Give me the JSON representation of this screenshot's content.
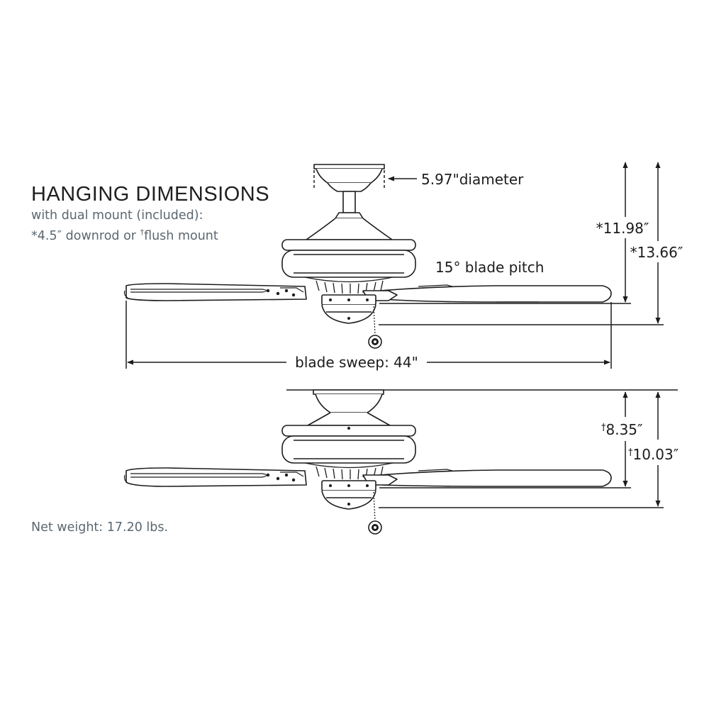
{
  "heading": {
    "title": "HANGING DIMENSIONS",
    "subtitle_line1": "with dual mount (included):",
    "subtitle_line2_prefix": "*4.5″ downrod or ",
    "subtitle_line2_dagger": "†",
    "subtitle_line2_suffix": "flush mount"
  },
  "dimensions": {
    "canopy_diameter": "5.97\"diameter",
    "blade_pitch": "15° blade pitch",
    "blade_sweep": "blade sweep: 44\"",
    "downrod_to_blade": "*11.98″",
    "downrod_to_light": "*13.66″",
    "flush_to_blade_mark": "†",
    "flush_to_blade": "8.35″",
    "flush_to_light_mark": "†",
    "flush_to_light": "10.03″"
  },
  "net_weight": "Net weight: 17.20 lbs.",
  "colors": {
    "line": "#1c1c1c",
    "title": "#1f1f1f",
    "subtitle": "#5b6770"
  }
}
